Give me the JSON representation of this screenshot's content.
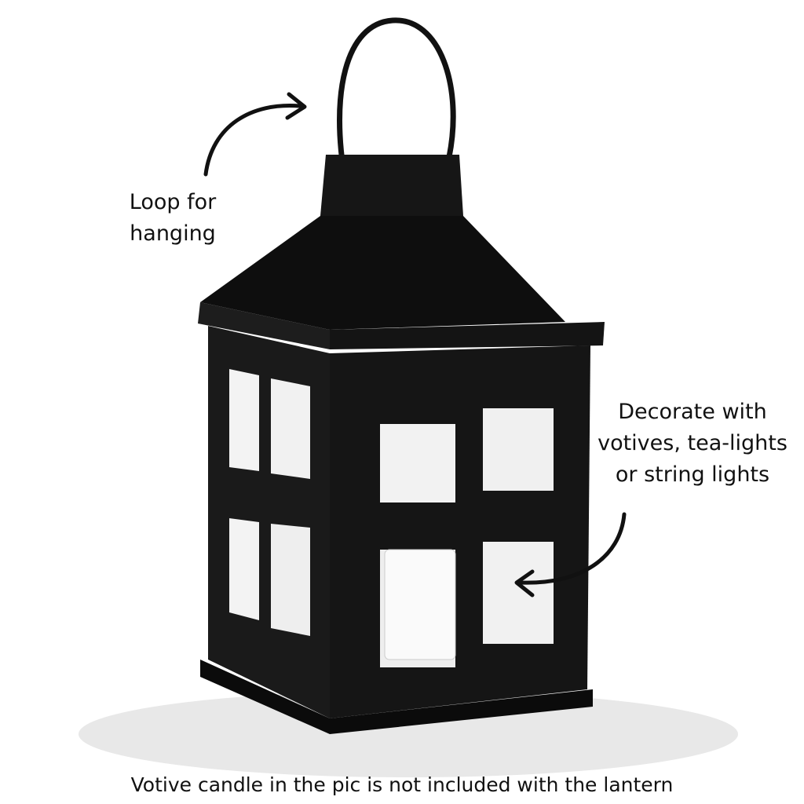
{
  "annotations": {
    "loop": {
      "line1": "Loop for",
      "line2": "hanging"
    },
    "decorate": {
      "line1": "Decorate with",
      "line2": "votives, tea-lights",
      "line3": "or string lights"
    }
  },
  "footer_note": "Votive candle in the pic is not included with the lantern",
  "product": {
    "name": "black metal lantern",
    "color": "#111111",
    "background": "#ffffff"
  }
}
